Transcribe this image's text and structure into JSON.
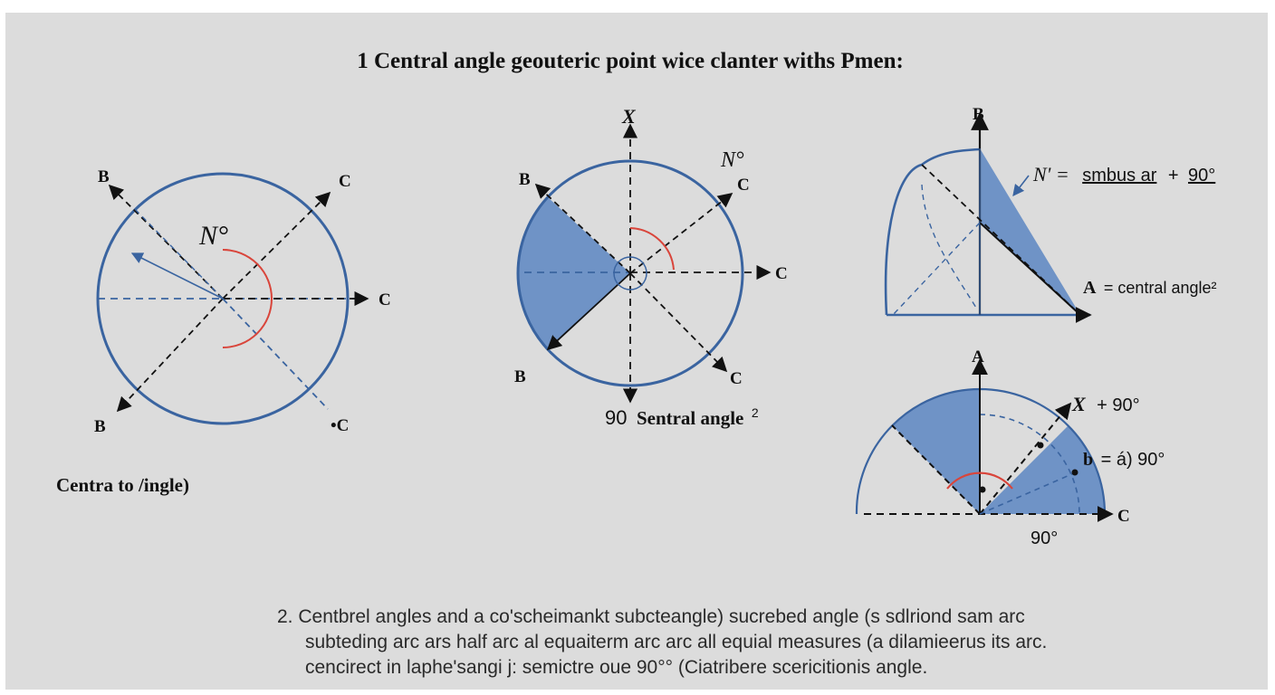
{
  "title": "1 Central angle geouteric point wice clanter withs Pmen:",
  "colors": {
    "background": "#dcdcdc",
    "circle": "#3a64a0",
    "sector_fill": "#6f93c6",
    "arc_red": "#d9453b",
    "line": "#111111",
    "dashed_blue": "#3a64a0"
  },
  "figure_left": {
    "label_b_top": "B",
    "label_c_top": "C",
    "label_n": "N°",
    "label_c_right": "C",
    "label_b_bottom": "B",
    "label_c_bottom": "•C",
    "caption": "Centra to /ingle)"
  },
  "figure_middle": {
    "label_x": "X",
    "label_n": "N°",
    "label_b_top": "B",
    "label_c_top": "C",
    "label_c_right": "C",
    "label_b_bottom": "B",
    "label_c_bottom": "C",
    "caption_num": "90",
    "caption_text": "Sentral angle",
    "caption_sup": "2"
  },
  "figure_top_right": {
    "label_b": "B",
    "formula_lhs": "N' =",
    "formula_term": "smbus ar",
    "formula_plus": "+",
    "formula_value": "90°",
    "label_a_letter": "A",
    "label_a_text": "= central angle²"
  },
  "figure_bottom_right": {
    "label_a": "A",
    "label_x_letter": "X",
    "label_x_text": "+ 90°",
    "label_b_letter": "b",
    "label_b_text": "= á) 90°",
    "label_c": "C",
    "label_90": "90°"
  },
  "notes": [
    "2. Centbrel angles and a co'scheimankt subcteangle) sucrebed angle (s sdlriond sam arc",
    "subteding arc ars half arc al equaiterm arc arc all equial measures (a dilamieerus its arc.",
    "cencirect in laphe'sangi j: semictre oue 90°° (Ciatribere scericitionis angle."
  ]
}
